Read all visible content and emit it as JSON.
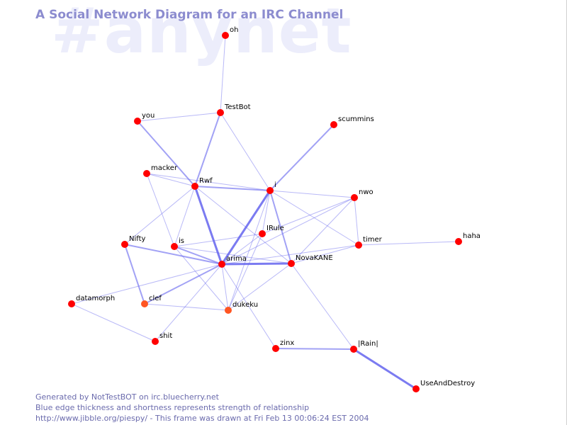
{
  "watermark": "#anynet",
  "title": "A Social Network Diagram for an IRC Channel",
  "footer": {
    "line1": "Generated by NotTestBOT on irc.bluecherry.net",
    "line2": "Blue edge thickness and shortness represents strength of relationship",
    "line3": "http://www.jibble.org/piespy/ - This frame was drawn at Fri Feb 13 00:06:24 EST 2004"
  },
  "colors": {
    "node": "#ff0000",
    "node_faded": "#ff5522",
    "edge": "#6464ee",
    "title": "#8c8ccf",
    "watermark": "#ecedfb"
  },
  "nodes": [
    {
      "id": "oh",
      "label": "oh"
    },
    {
      "id": "TestBot",
      "label": "TestBot"
    },
    {
      "id": "you",
      "label": "you"
    },
    {
      "id": "scummins",
      "label": "scummins"
    },
    {
      "id": "macker",
      "label": "macker"
    },
    {
      "id": "Rwf",
      "label": "Rwf"
    },
    {
      "id": "i",
      "label": "i"
    },
    {
      "id": "nwo",
      "label": "nwo"
    },
    {
      "id": "IRule",
      "label": "IRule"
    },
    {
      "id": "timer",
      "label": "timer"
    },
    {
      "id": "haha",
      "label": "haha"
    },
    {
      "id": "Nifty",
      "label": "Nifty"
    },
    {
      "id": "is",
      "label": "is"
    },
    {
      "id": "arima",
      "label": "arima"
    },
    {
      "id": "NovaKANE",
      "label": "NovaKANE"
    },
    {
      "id": "datamorph",
      "label": "datamorph"
    },
    {
      "id": "clef",
      "label": "clef",
      "faded": true
    },
    {
      "id": "dukeku",
      "label": "dukeku",
      "faded": true
    },
    {
      "id": "shit",
      "label": "shit"
    },
    {
      "id": "zinx",
      "label": "zinx"
    },
    {
      "id": "Rain",
      "label": "|Rain|"
    },
    {
      "id": "UseAndDestroy",
      "label": "UseAndDestroy"
    }
  ],
  "edges": [
    {
      "source": "oh",
      "target": "TestBot",
      "strength": 1
    },
    {
      "source": "TestBot",
      "target": "you",
      "strength": 1
    },
    {
      "source": "TestBot",
      "target": "Rwf",
      "strength": 2
    },
    {
      "source": "TestBot",
      "target": "i",
      "strength": 1
    },
    {
      "source": "you",
      "target": "Rwf",
      "strength": 2
    },
    {
      "source": "scummins",
      "target": "i",
      "strength": 2
    },
    {
      "source": "macker",
      "target": "Rwf",
      "strength": 1
    },
    {
      "source": "macker",
      "target": "i",
      "strength": 1
    },
    {
      "source": "macker",
      "target": "is",
      "strength": 1
    },
    {
      "source": "Rwf",
      "target": "i",
      "strength": 2
    },
    {
      "source": "Rwf",
      "target": "is",
      "strength": 1
    },
    {
      "source": "Rwf",
      "target": "arima",
      "strength": 3
    },
    {
      "source": "Rwf",
      "target": "Nifty",
      "strength": 1
    },
    {
      "source": "Rwf",
      "target": "NovaKANE",
      "strength": 1
    },
    {
      "source": "i",
      "target": "arima",
      "strength": 3
    },
    {
      "source": "i",
      "target": "NovaKANE",
      "strength": 2
    },
    {
      "source": "i",
      "target": "nwo",
      "strength": 1
    },
    {
      "source": "i",
      "target": "timer",
      "strength": 1
    },
    {
      "source": "i",
      "target": "IRule",
      "strength": 1
    },
    {
      "source": "i",
      "target": "dukeku",
      "strength": 1
    },
    {
      "source": "nwo",
      "target": "IRule",
      "strength": 1
    },
    {
      "source": "nwo",
      "target": "NovaKANE",
      "strength": 1
    },
    {
      "source": "nwo",
      "target": "timer",
      "strength": 1
    },
    {
      "source": "nwo",
      "target": "arima",
      "strength": 1
    },
    {
      "source": "IRule",
      "target": "is",
      "strength": 1
    },
    {
      "source": "IRule",
      "target": "arima",
      "strength": 1
    },
    {
      "source": "IRule",
      "target": "dukeku",
      "strength": 1
    },
    {
      "source": "timer",
      "target": "haha",
      "strength": 1
    },
    {
      "source": "timer",
      "target": "arima",
      "strength": 1
    },
    {
      "source": "timer",
      "target": "NovaKANE",
      "strength": 1
    },
    {
      "source": "Nifty",
      "target": "arima",
      "strength": 2
    },
    {
      "source": "Nifty",
      "target": "clef",
      "strength": 2
    },
    {
      "source": "is",
      "target": "arima",
      "strength": 2
    },
    {
      "source": "is",
      "target": "NovaKANE",
      "strength": 1
    },
    {
      "source": "is",
      "target": "dukeku",
      "strength": 1
    },
    {
      "source": "arima",
      "target": "NovaKANE",
      "strength": 3
    },
    {
      "source": "arima",
      "target": "clef",
      "strength": 2
    },
    {
      "source": "arima",
      "target": "dukeku",
      "strength": 1
    },
    {
      "source": "arima",
      "target": "shit",
      "strength": 1
    },
    {
      "source": "arima",
      "target": "zinx",
      "strength": 1
    },
    {
      "source": "arima",
      "target": "datamorph",
      "strength": 1
    },
    {
      "source": "NovaKANE",
      "target": "dukeku",
      "strength": 1
    },
    {
      "source": "NovaKANE",
      "target": "Rain",
      "strength": 1
    },
    {
      "source": "datamorph",
      "target": "shit",
      "strength": 1
    },
    {
      "source": "clef",
      "target": "dukeku",
      "strength": 1
    },
    {
      "source": "zinx",
      "target": "Rain",
      "strength": 2
    },
    {
      "source": "Rain",
      "target": "UseAndDestroy",
      "strength": 3
    }
  ]
}
